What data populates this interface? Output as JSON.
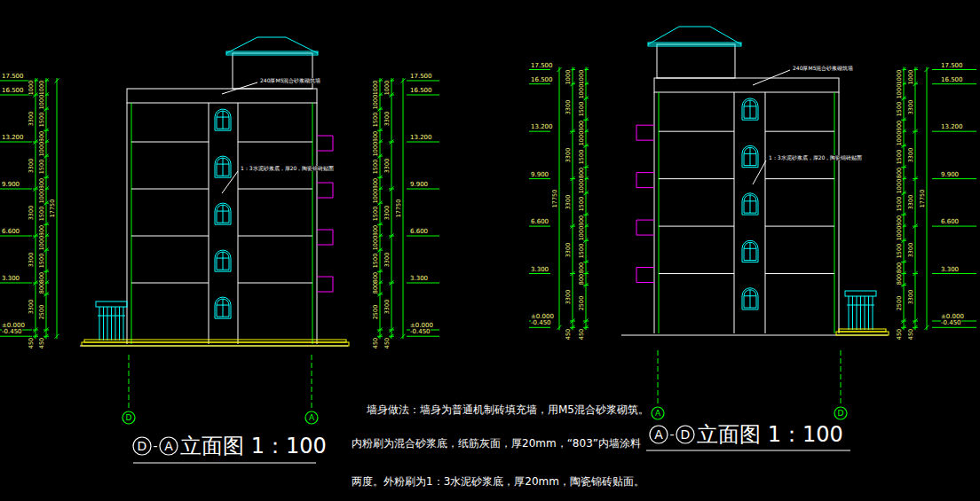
{
  "diagram": {
    "labels": [
      "17.500",
      "16.500",
      "13.200",
      "9.900",
      "6.600",
      "3.300",
      "±0.000",
      "-0.450",
      "1000",
      "3300",
      "3300",
      "3300",
      "3300",
      "3300",
      "450",
      "1000",
      "1000",
      "1500",
      "800",
      "1000",
      "1500",
      "800",
      "1000",
      "1500",
      "800",
      "1000",
      "1500",
      "800",
      "800",
      "2500",
      "450",
      "17750",
      "17.500",
      "16.500",
      "13.200",
      "9.900",
      "6.600",
      "3.300",
      "±0.000",
      "-0.450",
      "1000",
      "3300",
      "3300",
      "3300",
      "3300",
      "3300",
      "450",
      "1000",
      "1000",
      "1500",
      "800",
      "1000",
      "1500",
      "800",
      "1000",
      "1500",
      "800",
      "1000",
      "1500",
      "800",
      "800",
      "2500",
      "450",
      "17750",
      "17.500",
      "16.500",
      "13.200",
      "9.900",
      "6.600",
      "3.300",
      "±0.000",
      "-0.450",
      "1000",
      "3300",
      "3300",
      "3300",
      "3300",
      "3300",
      "450",
      "1000",
      "1000",
      "1500",
      "800",
      "1000",
      "1500",
      "800",
      "1000",
      "1500",
      "800",
      "1000",
      "1500",
      "800",
      "800",
      "2500",
      "450",
      "17750",
      "17.500",
      "16.500",
      "13.200",
      "9.900",
      "6.600",
      "3.300",
      "±0.000",
      "-0.450",
      "1000",
      "3300",
      "3300",
      "3300",
      "3300",
      "3300",
      "450",
      "1000",
      "1000",
      "1500",
      "800",
      "1000",
      "1500",
      "800",
      "1000",
      "1500",
      "800",
      "1000",
      "1500",
      "800",
      "800",
      "2500",
      "450",
      "17750",
      "240厚M5混合砂浆砌筑墙",
      "1：3水泥砂浆底，厚20，陶瓷锦砖贴面",
      "240厚M5混合砂浆砌筑墙",
      "1：3水泥砂浆底，厚20，陶瓷锦砖贴面",
      "D",
      "A",
      "A",
      "D",
      "D",
      "-",
      "A",
      "立面图 1：100",
      "A",
      "-",
      "D",
      "立面图 1：100",
      "墙身做法：墙身为普通机制砖填充墙，用M5混合砂浆砌筑。",
      "内粉刷为混合砂浆底，纸筋灰面，厚20mm，“803”内墙涂料",
      "两度。外粉刷为1：3水泥砂浆底，厚20mm，陶瓷锦砖贴面。"
    ]
  }
}
